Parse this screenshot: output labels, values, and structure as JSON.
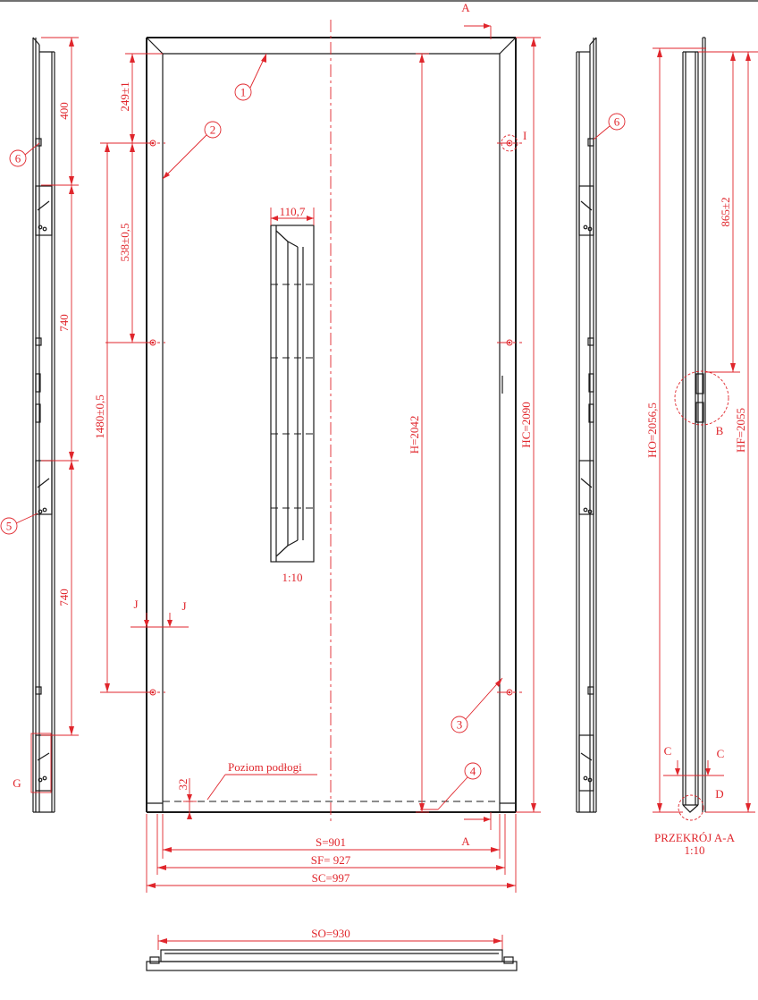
{
  "section_marks": {
    "a_top": "A",
    "a_bottom": "A",
    "i": "I",
    "j_left": "J",
    "j_right": "J",
    "g": "G",
    "b": "B",
    "c_left": "C",
    "c_right": "C",
    "d": "D"
  },
  "balloons": {
    "b1": "1",
    "b2": "2",
    "b3": "3",
    "b4": "4",
    "b5": "5",
    "b6_left": "6",
    "b6_right": "6"
  },
  "dimensions": {
    "d249": "249±1",
    "d538": "538±0,5",
    "d1480": "1480±0,5",
    "d400": "400",
    "d740a": "740",
    "d740b": "740",
    "d32": "32",
    "d110": "110,7",
    "dH": "H=2042",
    "dHC": "HC=2090",
    "dS": "S=901",
    "dSF": "SF= 927",
    "dSC": "SC=997",
    "dSO": "SO=930",
    "d865": "865±2",
    "dHO": "HO=2056,5",
    "dHF": "HF=2055"
  },
  "labels": {
    "floor_level": "Poziom podłogi",
    "detail_scale": "1:10",
    "section_title": "PRZEKRÓJ A-A",
    "section_scale": "1:10"
  },
  "colors": {
    "dimension_red": "#e0262c",
    "line_black": "#1a1a1a"
  }
}
